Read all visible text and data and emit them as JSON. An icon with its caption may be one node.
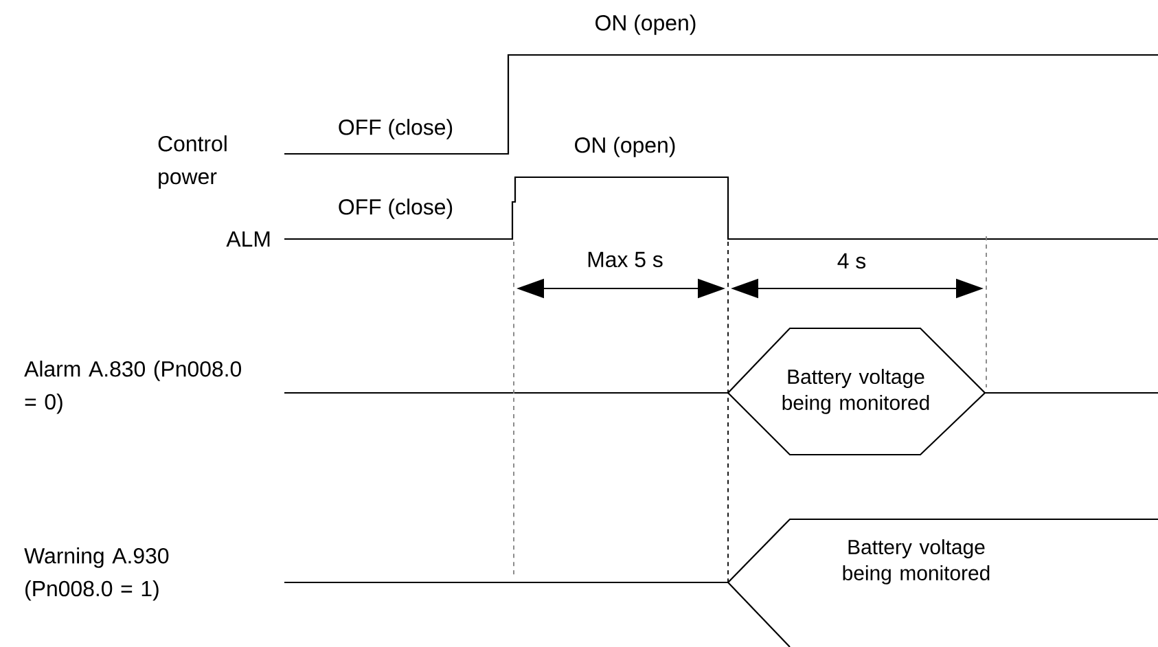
{
  "diagram": {
    "nodes": [
      {
        "text": [
          "Battery voltage being monitored"
        ]
      },
      {
        "text": [
          "Battery voltage being monitored"
        ]
      }
    ],
    "labels": [
      "ON (open)",
      "OFF (close)",
      "Control power",
      "ON (open)",
      "OFF (close)",
      "ALM",
      "Max 5 s",
      "4 s",
      "Alarm A.830 (Pn008.0 = 0)",
      "Warning A.930 (Pn008.0 = 1)"
    ]
  }
}
